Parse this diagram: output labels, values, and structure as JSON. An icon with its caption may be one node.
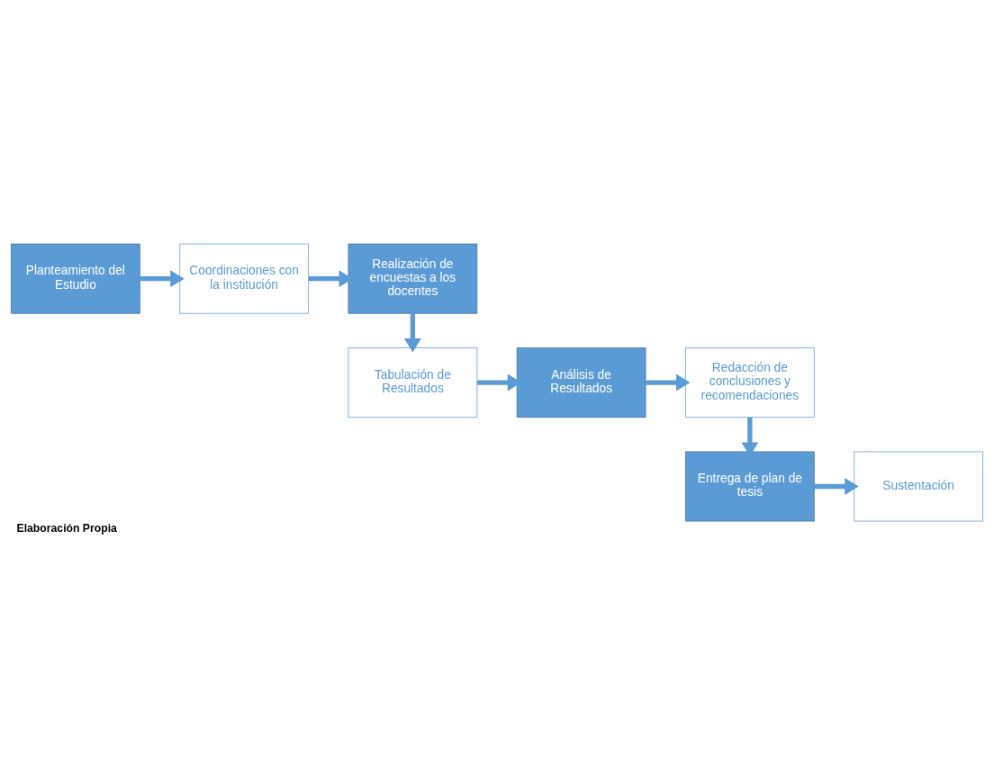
{
  "diagram": {
    "caption": "Elaboración Propia",
    "nodes": [
      {
        "text": [
          "Planteamiento del Estudio"
        ]
      },
      {
        "text": [
          "Coordinaciones con la institución"
        ]
      },
      {
        "text": [
          "Realización de encuestas a los docentes"
        ]
      },
      {
        "text": [
          "Redacción de conclusiones y recomendaciones"
        ]
      },
      {
        "text": [
          "Análisis de Resultados"
        ]
      },
      {
        "text": [
          "Tabulación de Resultados"
        ]
      },
      {
        "text": [
          "Entrega de plan de tesis"
        ]
      },
      {
        "text": [
          "Sustentación"
        ]
      }
    ],
    "edges": [
      {
        "from": 0,
        "to": 1,
        "arrow": "to"
      },
      {
        "from": 1,
        "to": 2,
        "arrow": "to"
      },
      {
        "from": 2,
        "to": 5,
        "arrow": "to"
      },
      {
        "from": 5,
        "to": 4,
        "arrow": "to"
      },
      {
        "from": 4,
        "to": 3,
        "arrow": "to"
      },
      {
        "from": 3,
        "to": 6,
        "arrow": "to"
      },
      {
        "from": 6,
        "to": 7,
        "arrow": "to"
      }
    ]
  }
}
